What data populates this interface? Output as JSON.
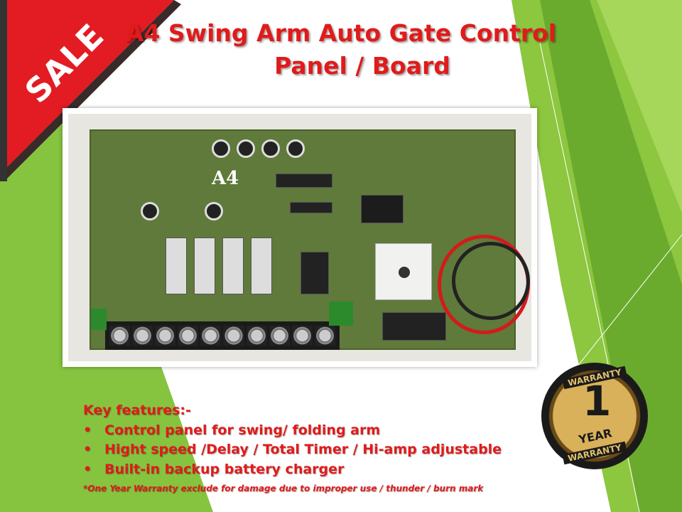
{
  "sale_banner": {
    "label": "SALE",
    "color": "#e31b23"
  },
  "title": {
    "line1": "A4 Swing Arm Auto Gate Control",
    "line2": "Panel / Board",
    "color": "#e01b1b"
  },
  "photo": {
    "board_model": "A4"
  },
  "features": {
    "heading": "Key features:-",
    "items": [
      "Control panel for swing/ folding arm",
      "Hight speed /Delay / Total Timer / Hi-amp adjustable",
      "Built-in backup battery charger"
    ],
    "note": "*One Year Warranty exclude for damage due to improper use / thunder / burn mark"
  },
  "warranty_badge": {
    "top": "WARRANTY",
    "number": "1",
    "unit": "YEAR",
    "bottom": "WARRANTY"
  },
  "background_accent": "#7dc03a"
}
